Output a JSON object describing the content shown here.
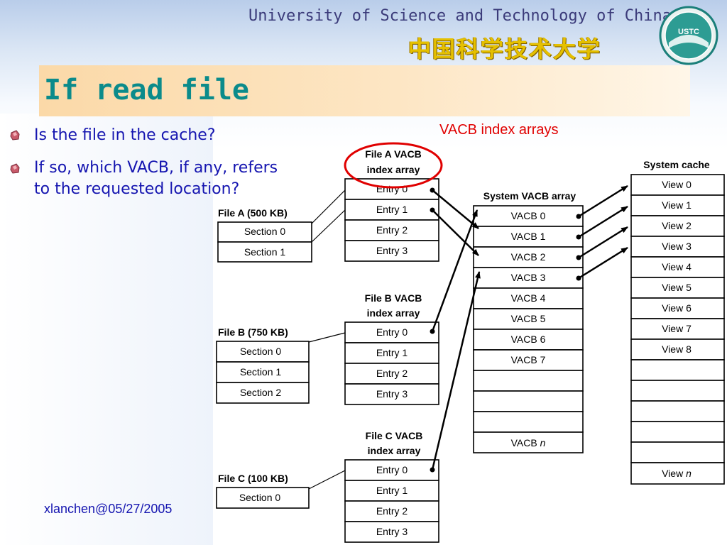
{
  "header": {
    "university_en": "University of Science and Technology of China",
    "university_cn": "中国科学技术大学",
    "logo_text": "USTC"
  },
  "slide": {
    "title": "If read file",
    "bullets": [
      {
        "lines": [
          "Is the file in the cache?"
        ]
      },
      {
        "lines": [
          "If so, which VACB, if any, refers",
          "to the requested location?"
        ]
      }
    ],
    "annotation": "VACB index arrays",
    "footer": "xlanchen@05/27/2005"
  },
  "colors": {
    "title": "#0b8b8b",
    "bullet_text": "#1515b0",
    "annotation": "#e00000",
    "highlight_circle": "#e00000"
  },
  "diagram": {
    "files": [
      {
        "label": "File A (500 KB)",
        "sections": [
          "Section 0",
          "Section 1"
        ]
      },
      {
        "label": "File B (750 KB)",
        "sections": [
          "Section 0",
          "Section 1",
          "Section 2"
        ]
      },
      {
        "label": "File C (100 KB)",
        "sections": [
          "Section 0"
        ]
      }
    ],
    "index_arrays": [
      {
        "title": [
          "File A VACB",
          "index array"
        ],
        "entries": [
          "Entry 0",
          "Entry 1",
          "Entry 2",
          "Entry 3"
        ]
      },
      {
        "title": [
          "File B VACB",
          "index array"
        ],
        "entries": [
          "Entry 0",
          "Entry 1",
          "Entry 2",
          "Entry 3"
        ]
      },
      {
        "title": [
          "File C VACB",
          "index array"
        ],
        "entries": [
          "Entry 0",
          "Entry 1",
          "Entry 2",
          "Entry 3"
        ]
      }
    ],
    "vacb_array": {
      "title": "System VACB array",
      "cells": [
        "VACB 0",
        "VACB 1",
        "VACB 2",
        "VACB 3",
        "VACB 4",
        "VACB 5",
        "VACB 6",
        "VACB 7",
        "",
        "",
        "",
        ""
      ],
      "last_prefix": "VACB ",
      "last_suffix": "n"
    },
    "system_cache": {
      "title": "System cache",
      "cells": [
        "View 0",
        "View 1",
        "View 2",
        "View 3",
        "View 4",
        "View 5",
        "View 6",
        "View 7",
        "View 8",
        "",
        "",
        "",
        "",
        ""
      ],
      "last_prefix": "View ",
      "last_suffix": "n"
    }
  }
}
